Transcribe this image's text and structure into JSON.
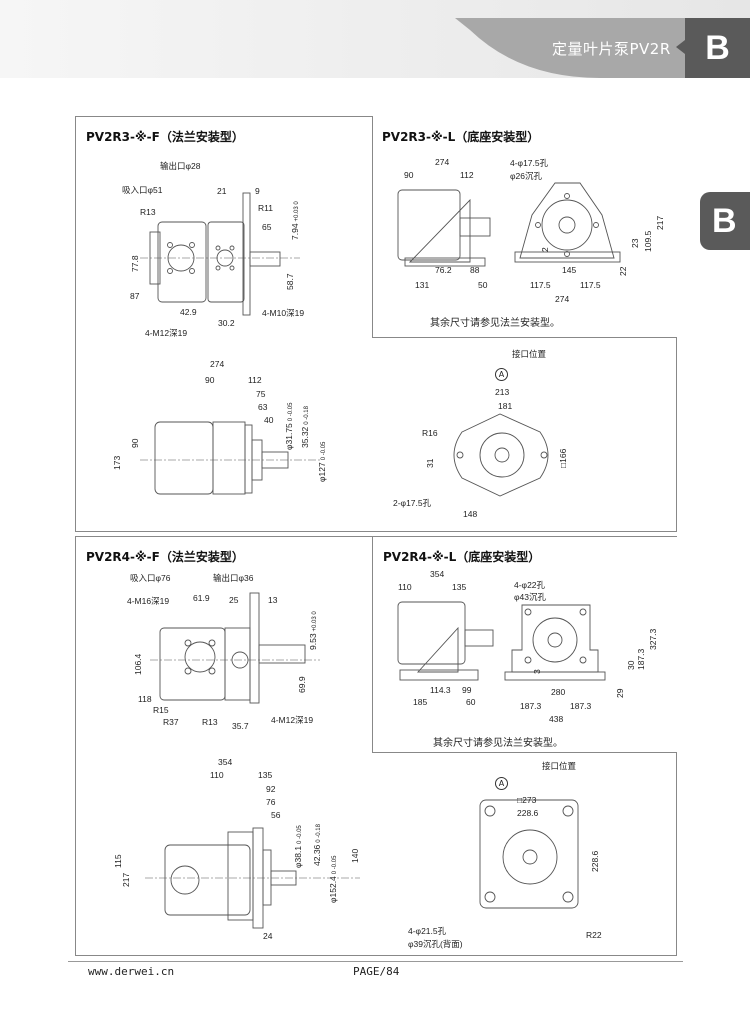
{
  "header": {
    "title": "定量叶片泵PV2R",
    "section": "B",
    "side_tab": "B"
  },
  "colors": {
    "header_dark": "#5a5a5a",
    "header_mid": "#a8a8a8",
    "line": "#555555"
  },
  "p1": {
    "title": "PV2R3-※-F（法兰安装型）",
    "outlet": "输出口φ28",
    "inlet": "吸入口φ51",
    "d21": "21",
    "d9": "9",
    "r13": "R13",
    "r11": "R11",
    "d65": "65",
    "d794": "7.94",
    "t794": "+0.03 0",
    "d778": "77.8",
    "d587": "58.7",
    "d87": "87",
    "d429": "42.9",
    "d302": "30.2",
    "m10": "4-M10深19",
    "m12": "4-M12深19"
  },
  "p2": {
    "title": "PV2R3-※-L（底座安装型）",
    "d274": "274",
    "d90": "90",
    "d112": "112",
    "hole": "4-φ17.5孔",
    "cb": "φ26沉孔",
    "d2": "2",
    "d23": "23",
    "d1095": "109.5",
    "d217": "217",
    "d762": "76.2",
    "d88": "88",
    "d145": "145",
    "d22": "22",
    "d131": "131",
    "d50": "50",
    "d1175a": "117.5",
    "d1175b": "117.5",
    "d274b": "274",
    "note": "其余尺寸请参见法兰安装型。"
  },
  "p3": {
    "d274": "274",
    "d90": "90",
    "d112": "112",
    "d75": "75",
    "d63": "63",
    "d40": "40",
    "d3175": "φ31.75",
    "t3175": "0 -0.05",
    "d3532": "35.32",
    "t3532": "0 -0.18",
    "d127": "φ127",
    "t127": "0 -0.05",
    "d90v": "90",
    "d173": "173"
  },
  "p4": {
    "port": "接口位置",
    "a": "A",
    "d213": "213",
    "d181": "181",
    "r16": "R16",
    "d31": "31",
    "d166": "□166",
    "hole": "2-φ17.5孔",
    "d148": "148"
  },
  "p5": {
    "title": "PV2R4-※-F（法兰安装型）",
    "inlet": "吸入口φ76",
    "outlet": "输出口φ36",
    "m16": "4-M16深19",
    "d619": "61.9",
    "d25": "25",
    "d13": "13",
    "d953": "9.53",
    "t953": "+0.03 0",
    "d1064": "106.4",
    "d699": "69.9",
    "d118": "118",
    "r15": "R15",
    "r37": "R37",
    "r13": "R13",
    "d357": "35.7",
    "m12": "4-M12深19"
  },
  "p6": {
    "title": "PV2R4-※-L（底座安装型）",
    "d354": "354",
    "d110": "110",
    "d135": "135",
    "hole": "4-φ22孔",
    "cb": "φ43沉孔",
    "d3": "3",
    "d30": "30",
    "d1873v": "187.3",
    "d3273": "327.3",
    "d29": "29",
    "d1143": "114.3",
    "d99": "99",
    "d185": "185",
    "d60": "60",
    "d280": "280",
    "d1873a": "187.3",
    "d1873b": "187.3",
    "d438": "438",
    "note": "其余尺寸请参见法兰安装型。"
  },
  "p7": {
    "d354": "354",
    "d110": "110",
    "d135": "135",
    "d92": "92",
    "d76": "76",
    "d56": "56",
    "d381": "φ38.1",
    "t381": "0 -0.05",
    "d4236": "42.36",
    "t4236": "0 -0.18",
    "d1524": "φ152.4",
    "t1524": "0 -0.05",
    "d140": "140",
    "d115": "115",
    "d217": "217",
    "d24": "24"
  },
  "p8": {
    "port": "接口位置",
    "a": "A",
    "d273": "□273",
    "d2286": "228.6",
    "d2286v": "228.6",
    "hole": "4-φ21.5孔",
    "cb": "φ39沉孔(背面)",
    "r22": "R22"
  },
  "footer": {
    "url": "www.derwei.cn",
    "page": "PAGE/84"
  }
}
